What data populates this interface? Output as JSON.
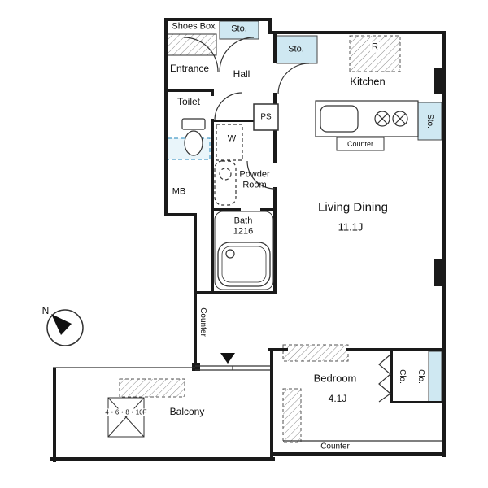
{
  "labels": {
    "shoes_box": "Shoes Box",
    "sto_entrance": "Sto.",
    "entrance": "Entrance",
    "hall": "Hall",
    "sto_kitchen": "Sto.",
    "refrigerator": "R",
    "kitchen": "Kitchen",
    "toilet": "Toilet",
    "pipe_space": "PS",
    "washer": "W",
    "powder_room_line1": "Powder",
    "powder_room_line2": "Room",
    "meter_box": "MB",
    "bath_line1": "Bath",
    "bath_line2": "1216",
    "kitchen_counter": "Counter",
    "sto_side": "Sto.",
    "living_dining": "Living Dining",
    "living_dining_size": "11.1J",
    "hall_counter": "Counter",
    "bedroom": "Bedroom",
    "bedroom_size": "4.1J",
    "closet_1": "Clo.",
    "closet_2": "Clo.",
    "bedroom_counter": "Counter",
    "balcony": "Balcony",
    "hatch_floors": "4・6・8・10F",
    "compass_north": "N"
  },
  "colors": {
    "wall": "#1a1a1a",
    "storage_fill": "#cfe8f2",
    "hatch_line": "#8a8a8a",
    "window_blue": "#4a9cc7"
  }
}
